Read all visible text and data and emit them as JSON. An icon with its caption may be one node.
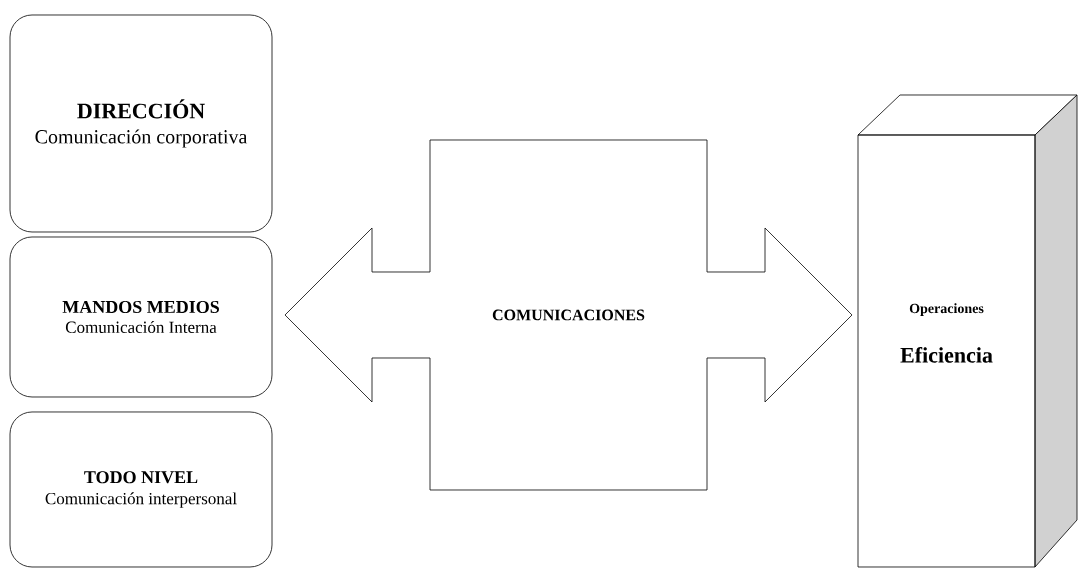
{
  "diagram": {
    "nodes": [
      {
        "text": [
          "DIRECCIÓN",
          "Comunicación corporativa"
        ]
      },
      {
        "text": [
          "MANDOS MEDIOS",
          "Comunicación Interna"
        ]
      },
      {
        "text": [
          "TODO NIVEL",
          "Comunicación interpersonal"
        ]
      },
      {
        "text": [
          "COMUNICACIONES"
        ]
      },
      {
        "text": [
          "Operaciones",
          "Eficiencia"
        ]
      }
    ]
  }
}
